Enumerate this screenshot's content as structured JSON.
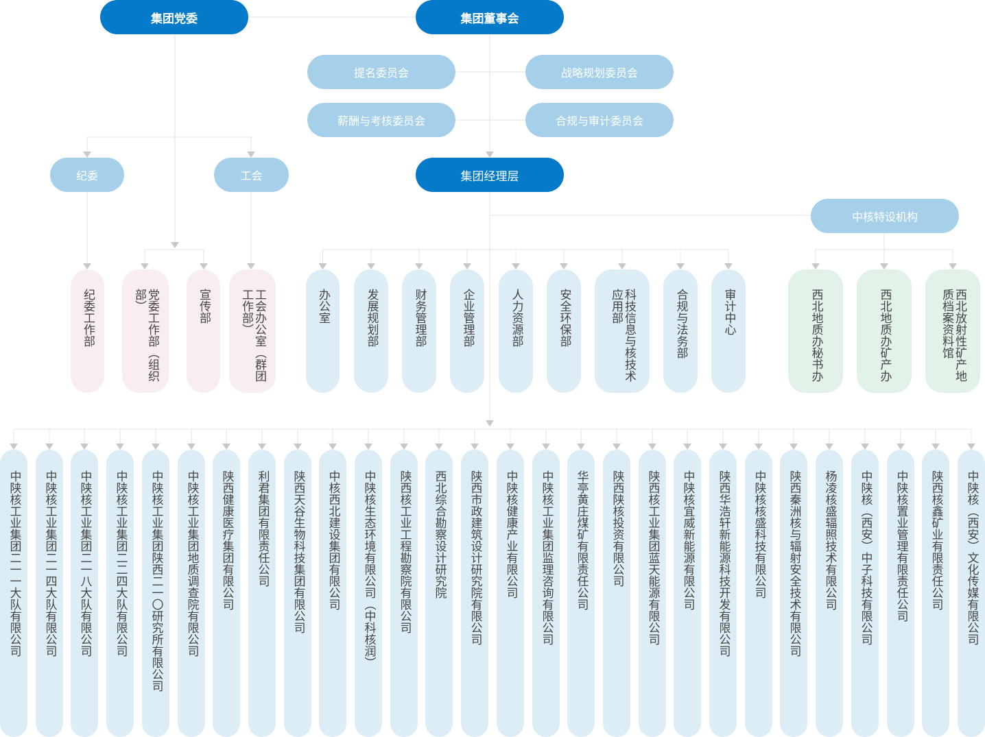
{
  "top": {
    "party_committee": "集团党委",
    "board": "集团董事会",
    "management": "集团经理层"
  },
  "board_committees": {
    "nomination": "提名委员会",
    "strategy": "战略规划委员会",
    "compensation": "薪酬与考核委员会",
    "compliance_audit": "合规与审计委员会"
  },
  "party_branches": {
    "discipline": "纪委",
    "union": "工会"
  },
  "special_org": "中核特设机构",
  "party_departments": [
    "纪委工作部",
    "党委工作部（组织部）",
    "宣传部",
    "工会办公室（群团工作部）"
  ],
  "management_departments": [
    "办公室",
    "发展规划部",
    "财务管理部",
    "企业管理部",
    "人力资源部",
    "安全环保部",
    "科技信息与核技术应用部",
    "合规与法务部",
    "审计中心"
  ],
  "special_departments": [
    "西北地质办秘书办",
    "西北地质办矿产办",
    "西北放射性矿产地质档案资料馆"
  ],
  "subsidiaries": [
    "中陕核工业集团二一一大队有限公司",
    "中陕核工业集团二一四大队有限公司",
    "中陕核工业集团二一八大队有限公司",
    "中陕核工业集团二二四大队有限公司",
    "中陕核工业集团陕西二一〇研究所有限公司",
    "中陕核工业集团地质调查院有限公司",
    "陕西健康医疗集团有限公司",
    "利君集团有限责任公司",
    "陕西天谷生物科技集团有限公司",
    "中核西北建设集团有限公司",
    "中陕核生态环境有限公司（中科核润）",
    "陕西核工业工程勘察院有限公司",
    "西北综合勘察设计研究院",
    "陕西市政建筑设计研究院有限公司",
    "中陕核健康产业有限公司",
    "中陕核工业集团监理咨询有限公司",
    "华亭黄庄煤矿有限责任公司",
    "陕西陕核投资有限公司",
    "陕西核工业集团蓝天能源有限公司",
    "中陕核宜威新能源有限公司",
    "陕西华浩轩新能源科技开发有限公司",
    "中陕核核盛科技有限公司",
    "陕西秦洲核与辐射安全技术有限公司",
    "杨凌核盛辐照技术有限公司",
    "中陕核（西安）中子科技有限公司",
    "中陕核置业管理有限责任公司",
    "陕西核鑫矿业有限责任公司",
    "中陕核（西安）文化传媒有限公司"
  ],
  "colors": {
    "primary": "#047ac8",
    "secondary": "#a6d0ea",
    "card_blue": "#ddedf6",
    "card_pink": "#f8eef0",
    "card_green": "#e2f2e8",
    "connector": "#e3e3e3",
    "arrow": "#c8c8c8"
  }
}
